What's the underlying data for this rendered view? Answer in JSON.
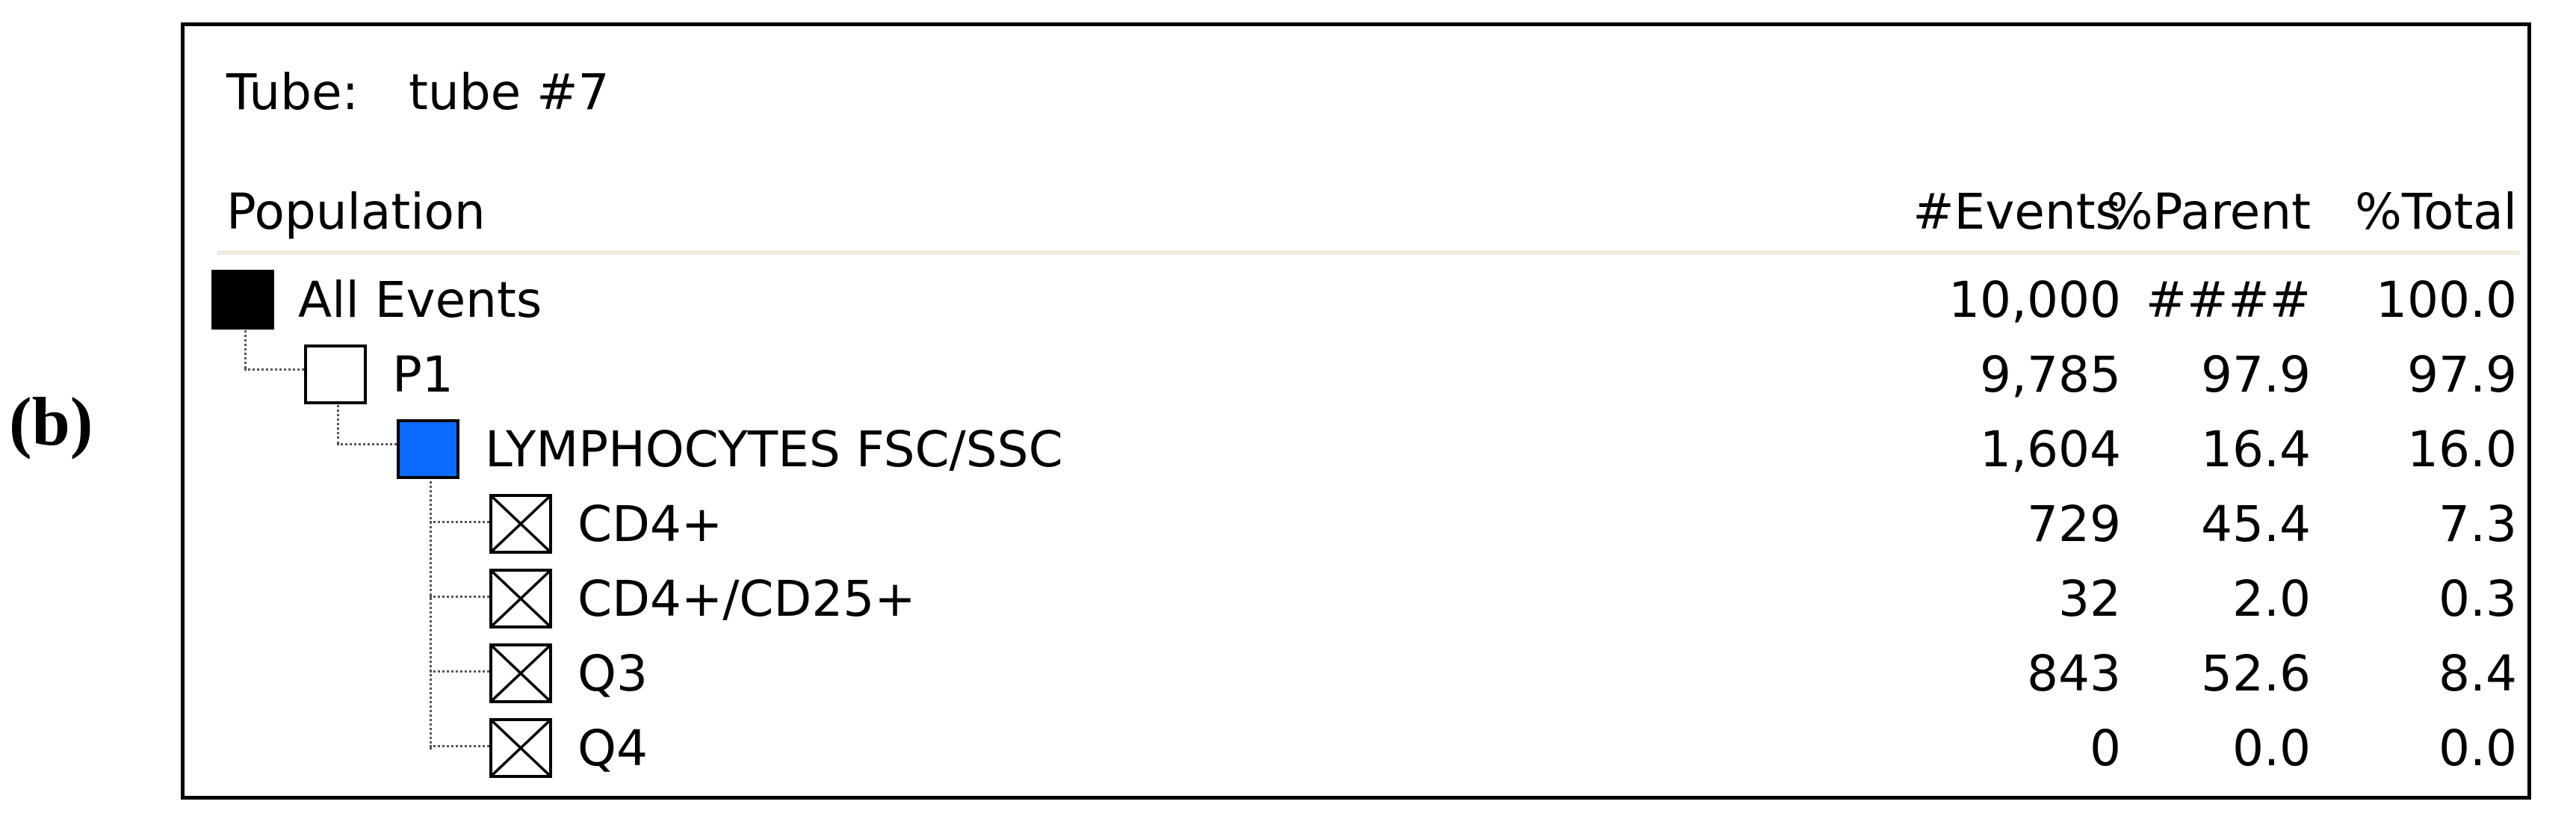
{
  "figure_label": "(b)",
  "tube": {
    "label": "Tube:",
    "value": "tube #7"
  },
  "table": {
    "headers": {
      "population": "Population",
      "events": "#Events",
      "parent": "%Parent",
      "total": "%Total"
    },
    "rows": [
      {
        "name": "All Events",
        "events": "10,000",
        "parent": "####",
        "total": "100.0",
        "gate_color": "#000000",
        "gate_style": "filled"
      },
      {
        "name": "P1",
        "events": "9,785",
        "parent": "97.9",
        "total": "97.9",
        "gate_color": "#ffffff",
        "gate_style": "empty"
      },
      {
        "name": "LYMPHOCYTES FSC/SSC",
        "events": "1,604",
        "parent": "16.4",
        "total": "16.0",
        "gate_color": "#0a6cff",
        "gate_style": "filled"
      },
      {
        "name": "CD4+",
        "events": "729",
        "parent": "45.4",
        "total": "7.3",
        "gate_color": "#ffffff",
        "gate_style": "crossed"
      },
      {
        "name": "CD4+/CD25+",
        "events": "32",
        "parent": "2.0",
        "total": "0.3",
        "gate_color": "#ffffff",
        "gate_style": "crossed"
      },
      {
        "name": "Q3",
        "events": "843",
        "parent": "52.6",
        "total": "8.4",
        "gate_color": "#ffffff",
        "gate_style": "crossed"
      },
      {
        "name": "Q4",
        "events": "0",
        "parent": "0.0",
        "total": "0.0",
        "gate_color": "#ffffff",
        "gate_style": "crossed"
      }
    ]
  }
}
